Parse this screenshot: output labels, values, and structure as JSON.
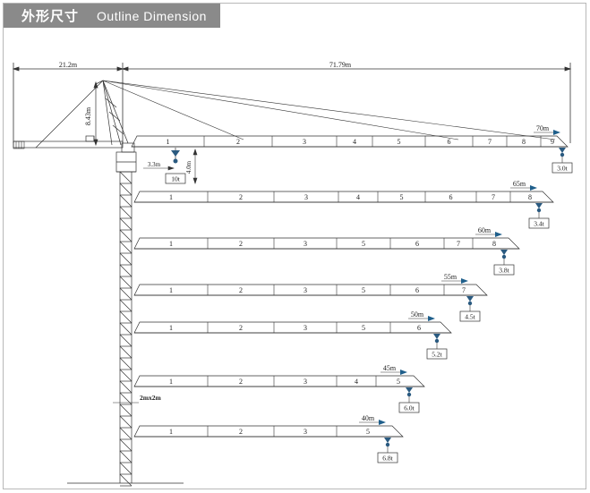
{
  "header": {
    "title_cn": "外形尺寸",
    "title_en": "Outline Dimension"
  },
  "dimensions": {
    "counter_jib_length": "21.2m",
    "jib_length": "71.79m",
    "tower_head_height": "8.43m",
    "trolley_offset": "3.3m",
    "hook_drop": "4.0m",
    "mast_section": "2mx2m",
    "max_load": "10t"
  },
  "jib_configs": [
    {
      "radius": "70m",
      "tip_load": "3.0t",
      "sections": [
        "1",
        "2",
        "3",
        "4",
        "5",
        "6",
        "7",
        "8",
        "9"
      ]
    },
    {
      "radius": "65m",
      "tip_load": "3.4t",
      "sections": [
        "1",
        "2",
        "3",
        "4",
        "5",
        "6",
        "7",
        "8"
      ]
    },
    {
      "radius": "60m",
      "tip_load": "3.8t",
      "sections": [
        "1",
        "2",
        "3",
        "5",
        "6",
        "7",
        "8"
      ]
    },
    {
      "radius": "55m",
      "tip_load": "4.5t",
      "sections": [
        "1",
        "2",
        "3",
        "5",
        "6",
        "7"
      ]
    },
    {
      "radius": "50m",
      "tip_load": "5.2t",
      "sections": [
        "1",
        "2",
        "3",
        "5",
        "6"
      ]
    },
    {
      "radius": "45m",
      "tip_load": "6.0t",
      "sections": [
        "1",
        "2",
        "3",
        "4",
        "5"
      ]
    },
    {
      "radius": "40m",
      "tip_load": "6.8t",
      "sections": [
        "1",
        "2",
        "3",
        "5"
      ]
    }
  ],
  "colors": {
    "line": "#333333",
    "banner": "#8a8a8a",
    "arrow": "#1f5f8b",
    "hook": "#2a5a80"
  }
}
